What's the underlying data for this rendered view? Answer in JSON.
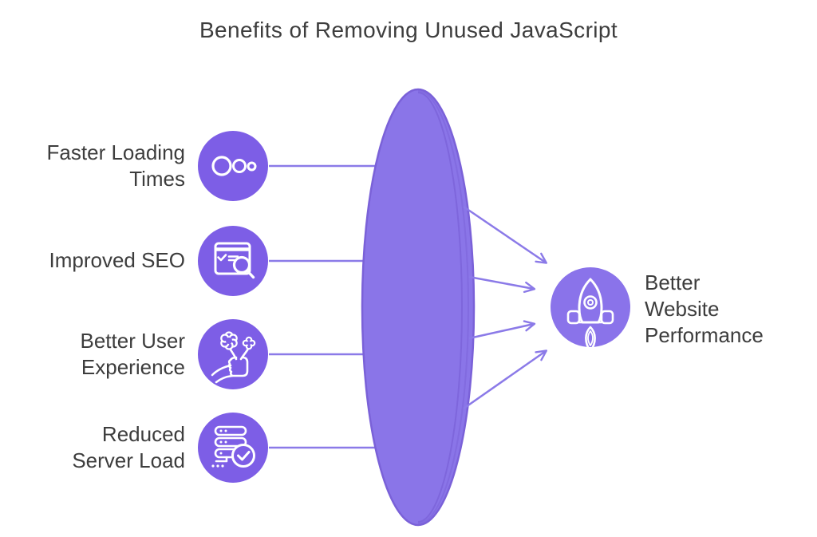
{
  "title": "Benefits of Removing Unused JavaScript",
  "colors": {
    "node-fill": "#7d5ee6",
    "outcome-fill": "#8a73ea",
    "lens-fill": "#8a75e8",
    "lens-stroke": "#7a61d8",
    "connector": "#8b7ae8",
    "text": "#3d3d3d",
    "background": "#ffffff",
    "icon-stroke": "#ffffff"
  },
  "benefits": [
    {
      "label": "Faster Loading\nTimes",
      "icon": "loading-dots-icon"
    },
    {
      "label": "Improved SEO",
      "icon": "seo-browser-search-icon"
    },
    {
      "label": "Better User\nExperience",
      "icon": "hand-flowers-icon"
    },
    {
      "label": "Reduced\nServer Load",
      "icon": "server-check-icon"
    }
  ],
  "outcome": {
    "label": "Better\nWebsite\nPerformance",
    "icon": "rocket-icon"
  }
}
